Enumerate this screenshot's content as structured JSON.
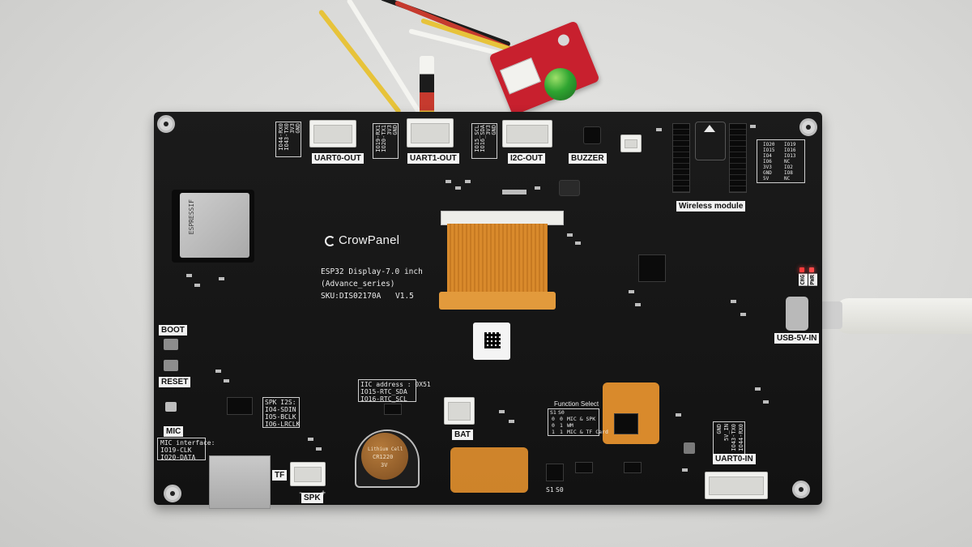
{
  "board": {
    "brand": "CrowPanel",
    "product_lines": [
      "ESP32 Display-7.0 inch",
      "(Advance_series)",
      "SKU:DIS02170A"
    ],
    "version": "V1.5",
    "module_marking": "ESPRESSIF"
  },
  "labels": {
    "uart0_out": "UART0-OUT",
    "uart1_out": "UART1-OUT",
    "i2c_out": "I2C-OUT",
    "buzzer": "BUZZER",
    "wireless": "Wireless module",
    "boot": "BOOT",
    "reset": "RESET",
    "mic": "MIC",
    "tf": "TF",
    "spk": "SPK",
    "bat": "BAT",
    "uart0_in": "UART0-IN",
    "usb": "USB-5V-IN",
    "chg": "CHG",
    "pwr": "PWR"
  },
  "pin_blocks": {
    "uart0": [
      "IO44-RX0",
      "IO43-TX0",
      "3V3",
      "GND"
    ],
    "uart1": [
      "IO19-RX1",
      "IO20-TX1",
      "3V3",
      "GND"
    ],
    "i2c": [
      "IO15_SCL",
      "IO16_SDA",
      "3V3",
      "GND"
    ],
    "uart0_in": [
      "GND",
      "5V_IN",
      "IO43-TX0",
      "IO44-RX0"
    ]
  },
  "wireless_pins": [
    "IO20",
    "IO19",
    "IO15",
    "IO16",
    "IO4",
    "IO13",
    "IO6",
    "NC",
    "3V3",
    "IO2",
    "GND",
    "IO8",
    "5V",
    "NC"
  ],
  "iic_block": [
    "IIC address : 0X51",
    "IO15-RTC_SDA",
    "IO16-RTC_SCL"
  ],
  "spk_block": [
    "SPK I2S:",
    "IO4-SDIN",
    "IO5-BCLK",
    "IO6-LRCLK"
  ],
  "mic_block": [
    "MIC interface:",
    "IO19-CLK",
    "IO20-DATA"
  ],
  "function_select": {
    "title": "Function Select",
    "header": [
      "S1",
      "S0"
    ],
    "rows": [
      [
        "0",
        "0",
        "MIC & SPK"
      ],
      [
        "0",
        "1",
        "WM"
      ],
      [
        "1",
        "1",
        "MIC & TF Card"
      ]
    ]
  },
  "switch_labels": [
    "S1",
    "S0"
  ],
  "coin_cell": [
    "Lithium Cell",
    "CR1220",
    "3V"
  ],
  "polarity": [
    "-",
    "+"
  ],
  "colors": {
    "pcb": "#141414",
    "silkscreen": "#f2f2f2",
    "flex_cable": "#d98a2c",
    "red_module": "#c8202e",
    "led": "#2fa531"
  }
}
